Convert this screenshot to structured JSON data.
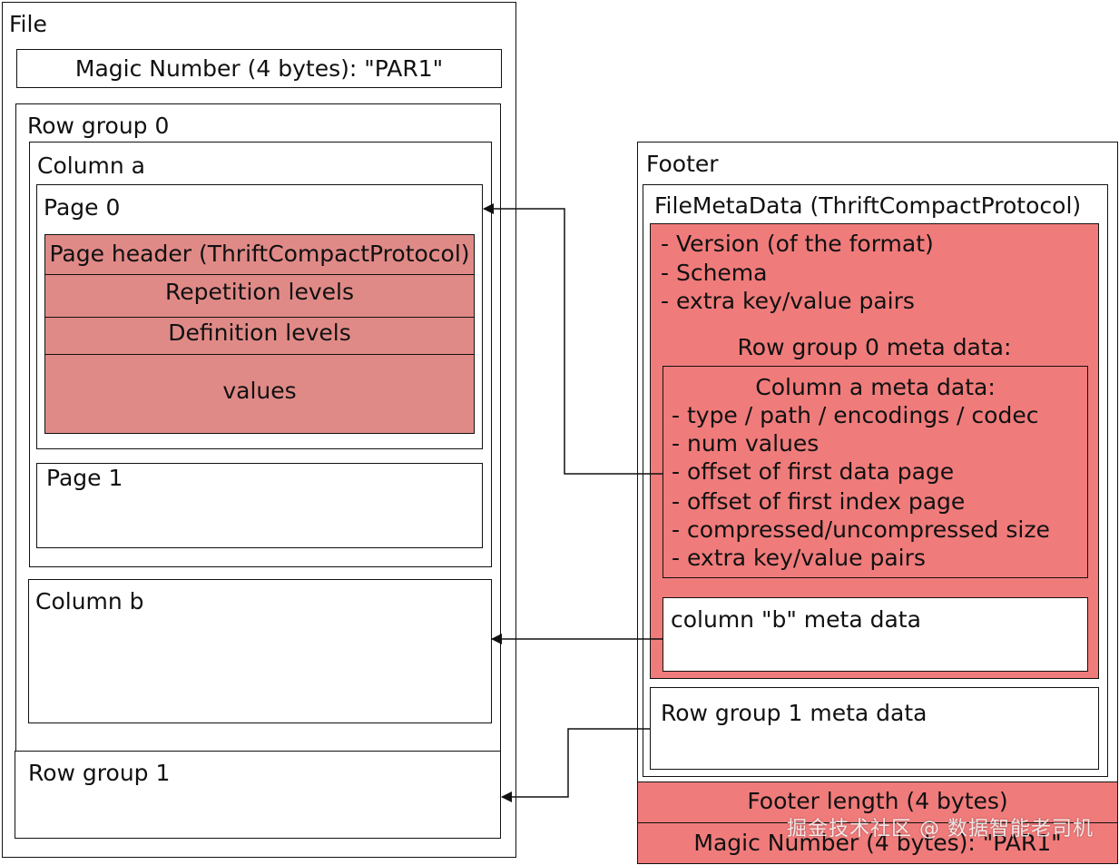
{
  "file": {
    "title": "File",
    "magic_top": "Magic Number (4 bytes): \"PAR1\"",
    "row_group_0": {
      "title": "Row group 0",
      "column_a": {
        "title": "Column a",
        "page0": {
          "title": "Page 0",
          "sections": [
            "Page header (ThriftCompactProtocol)",
            "Repetition levels",
            "Definition levels",
            "values"
          ]
        },
        "page1": {
          "title": "Page 1"
        }
      },
      "column_b": {
        "title": "Column b"
      }
    },
    "row_group_1": {
      "title": "Row group 1"
    }
  },
  "footer": {
    "title": "Footer",
    "filemetadata": {
      "title": "FileMetaData (ThriftCompactProtocol)",
      "items": [
        "- Version (of the format)",
        "- Schema",
        "- extra key/value pairs"
      ],
      "rg0_title": "Row group 0 meta data:",
      "col_a": {
        "title": "Column a meta data:",
        "items": [
          "- type / path / encodings / codec",
          "-  num values",
          "- offset of first data page",
          "- offset of first index page",
          "- compressed/uncompressed size",
          "- extra key/value pairs"
        ]
      },
      "col_b": "column \"b\" meta data",
      "rg1": "Row group 1 meta data"
    },
    "length": "Footer length (4 bytes)",
    "magic": "Magic Number (4 bytes): \"PAR1\""
  },
  "watermark": "掘金技术社区 @ 数据智能老司机",
  "colors": {
    "metadata_fill": "#f07b7b",
    "page_fill": "#e08a87",
    "stroke": "#111111"
  }
}
